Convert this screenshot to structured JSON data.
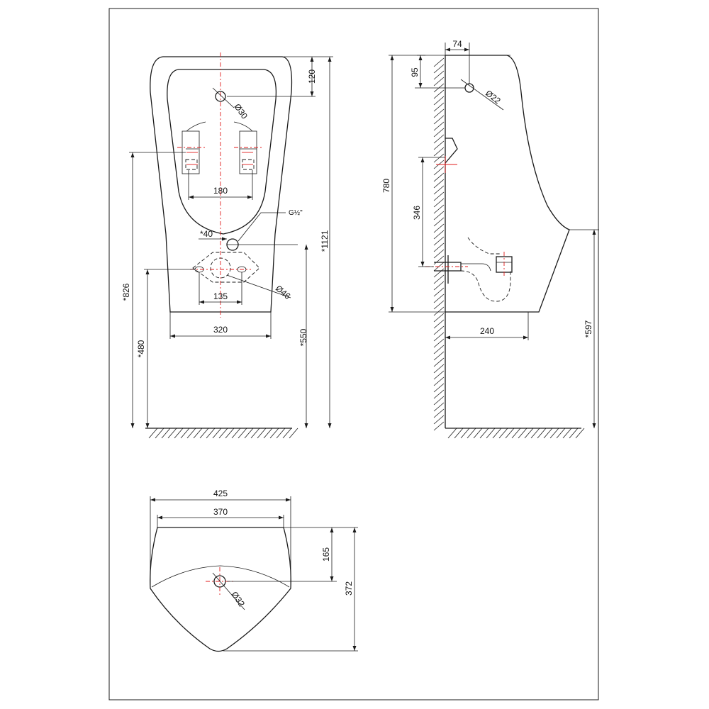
{
  "front_view": {
    "dim_top_120": "120",
    "dim_hole_d30": "Ø30",
    "dim_180": "180",
    "dim_g_half": "G½\"",
    "dim_40": "*40",
    "dim_135": "135",
    "dim_d46": "Ø46",
    "dim_320": "320",
    "dim_826": "*826",
    "dim_480": "*480",
    "dim_550": "*550",
    "dim_1121": "*1121"
  },
  "side_view": {
    "dim_74": "74",
    "dim_95": "95",
    "dim_d22": "Ø22",
    "dim_780": "780",
    "dim_346": "346",
    "dim_240": "240",
    "dim_597": "*597"
  },
  "top_view": {
    "dim_425": "425",
    "dim_370": "370",
    "dim_165": "165",
    "dim_372": "372",
    "dim_d32": "Ø32"
  }
}
